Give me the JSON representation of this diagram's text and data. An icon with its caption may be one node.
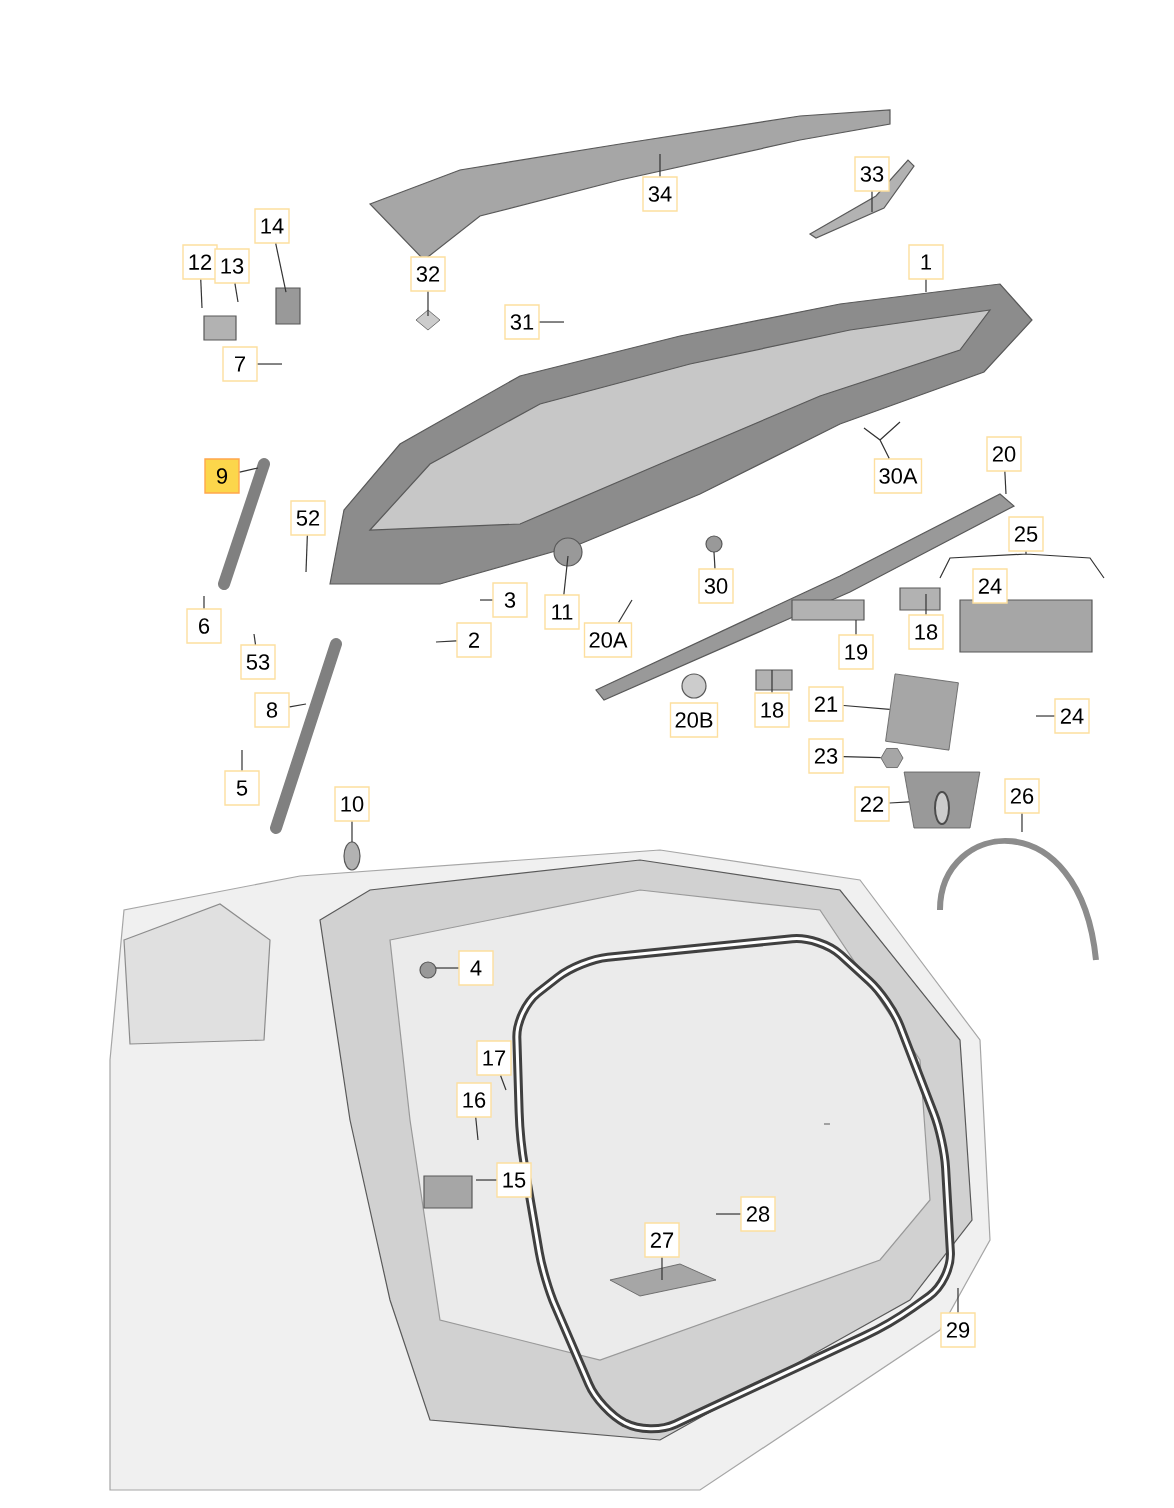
{
  "diagram": {
    "nodes": [
      {
        "text": [
          "34"
        ]
      },
      {
        "text": [
          "33"
        ]
      },
      {
        "text": [
          "1"
        ]
      },
      {
        "text": [
          "32"
        ]
      },
      {
        "text": [
          "14"
        ]
      },
      {
        "text": [
          "12"
        ]
      },
      {
        "text": [
          "13"
        ]
      },
      {
        "text": [
          "31"
        ]
      },
      {
        "text": [
          "7"
        ]
      },
      {
        "text": [
          "30A"
        ]
      },
      {
        "text": [
          "9"
        ]
      },
      {
        "text": [
          "20"
        ]
      },
      {
        "text": [
          "52"
        ]
      },
      {
        "text": [
          "25"
        ]
      },
      {
        "text": [
          "3"
        ]
      },
      {
        "text": [
          "6"
        ]
      },
      {
        "text": [
          "11"
        ]
      },
      {
        "text": [
          "30"
        ]
      },
      {
        "text": [
          "53"
        ]
      },
      {
        "text": [
          "2"
        ]
      },
      {
        "text": [
          "20A"
        ]
      },
      {
        "text": [
          "19"
        ]
      },
      {
        "text": [
          "18"
        ]
      },
      {
        "text": [
          "24"
        ]
      },
      {
        "text": [
          "8"
        ]
      },
      {
        "text": [
          "18"
        ]
      },
      {
        "text": [
          "21"
        ]
      },
      {
        "text": [
          "23"
        ]
      },
      {
        "text": [
          "5"
        ]
      },
      {
        "text": [
          "22"
        ]
      },
      {
        "text": [
          "26"
        ]
      },
      {
        "text": [
          "10"
        ]
      },
      {
        "text": [
          "4"
        ]
      },
      {
        "text": [
          "17"
        ]
      },
      {
        "text": [
          "16"
        ]
      },
      {
        "text": [
          "15"
        ]
      },
      {
        "text": [
          "28"
        ]
      },
      {
        "text": [
          "27"
        ]
      },
      {
        "text": [
          "29"
        ]
      },
      {
        "text": [
          "24"
        ]
      },
      {
        "text": [
          "20B"
        ]
      },
      {
        "text": [],
        "shape": "picture"
      },
      {
        "text": [],
        "shape": "picture"
      },
      {
        "text": [],
        "shape": "picture"
      }
    ],
    "edges": [
      {
        "from": 0,
        "to": null,
        "arrow": "none"
      },
      {
        "from": 1,
        "to": null,
        "arrow": "none"
      },
      {
        "from": 2,
        "to": null,
        "arrow": "none"
      },
      {
        "from": 3,
        "to": null,
        "arrow": "none"
      },
      {
        "from": 4,
        "to": null,
        "arrow": "none"
      },
      {
        "from": 5,
        "to": null,
        "arrow": "none"
      },
      {
        "from": 6,
        "to": null,
        "arrow": "none"
      },
      {
        "from": 7,
        "to": null,
        "arrow": "none"
      },
      {
        "from": 8,
        "to": null,
        "arrow": "none"
      },
      {
        "from": 9,
        "to": null,
        "arrow": "none"
      },
      {
        "from": 10,
        "to": null,
        "arrow": "none"
      },
      {
        "from": 11,
        "to": null,
        "arrow": "none"
      },
      {
        "from": 12,
        "to": null,
        "arrow": "none"
      },
      {
        "from": 13,
        "to": null,
        "arrow": "none"
      },
      {
        "from": 14,
        "to": null,
        "arrow": "none"
      },
      {
        "from": 15,
        "to": null,
        "arrow": "none"
      },
      {
        "from": 16,
        "to": null,
        "arrow": "none"
      },
      {
        "from": 17,
        "to": null,
        "arrow": "none"
      },
      {
        "from": 18,
        "to": null,
        "arrow": "none"
      },
      {
        "from": 19,
        "to": null,
        "arrow": "none"
      },
      {
        "from": 20,
        "to": null,
        "arrow": "none"
      },
      {
        "from": 21,
        "to": null,
        "arrow": "none"
      },
      {
        "from": 22,
        "to": null,
        "arrow": "none"
      },
      {
        "from": 23,
        "to": null,
        "arrow": "none"
      },
      {
        "from": 24,
        "to": null,
        "arrow": "none"
      },
      {
        "from": 25,
        "to": null,
        "arrow": "none"
      },
      {
        "from": 26,
        "to": 41,
        "arrow": "none"
      },
      {
        "from": 27,
        "to": 42,
        "arrow": "none"
      },
      {
        "from": 28,
        "to": null,
        "arrow": "none"
      },
      {
        "from": 29,
        "to": 43,
        "arrow": "none"
      },
      {
        "from": 30,
        "to": null,
        "arrow": "none"
      },
      {
        "from": 31,
        "to": null,
        "arrow": "none"
      },
      {
        "from": 32,
        "to": null,
        "arrow": "none"
      },
      {
        "from": 33,
        "to": null,
        "arrow": "none"
      },
      {
        "from": 34,
        "to": null,
        "arrow": "none"
      },
      {
        "from": 35,
        "to": null,
        "arrow": "none"
      },
      {
        "from": 36,
        "to": null,
        "arrow": "none"
      },
      {
        "from": 37,
        "to": null,
        "arrow": "none"
      },
      {
        "from": 38,
        "to": null,
        "arrow": "none"
      }
    ]
  }
}
